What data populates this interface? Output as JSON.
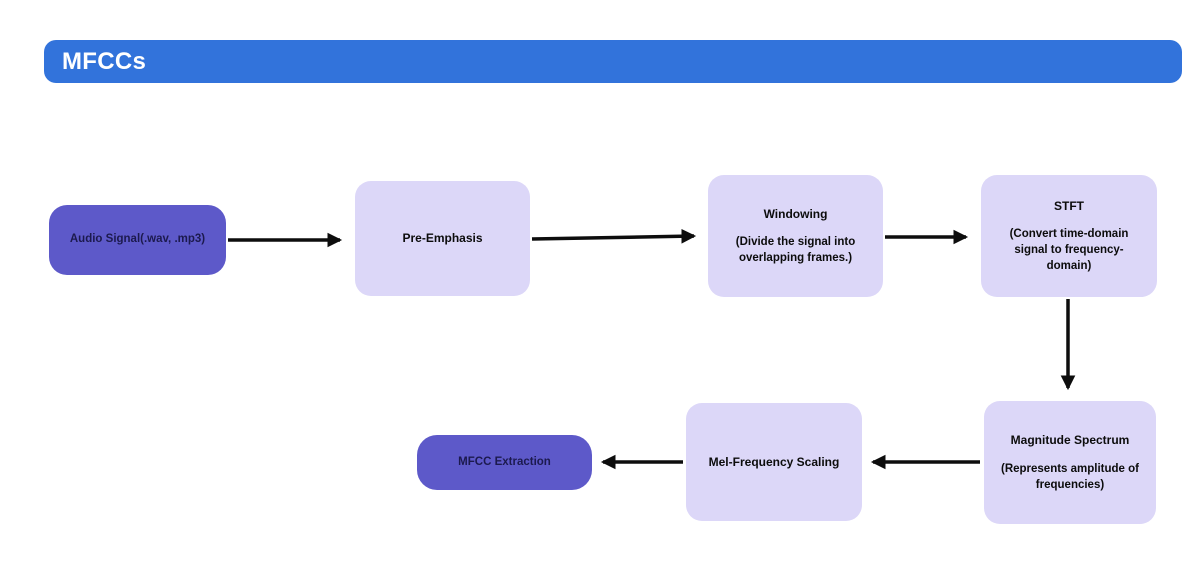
{
  "header": {
    "title": "MFCCs"
  },
  "colors": {
    "banner_blue": "#3273db",
    "node_purple": "#5d59c9",
    "node_lavender": "#dcd7f8",
    "purple_node_text": "#1c1a4e",
    "lavender_node_text": "#0c0c0c",
    "arrow": "#0d0d0d",
    "background": "#ffffff"
  },
  "nodes": {
    "audio_signal": {
      "title": "Audio Signal(.wav, .mp3)"
    },
    "pre_emphasis": {
      "title": "Pre-Emphasis"
    },
    "windowing": {
      "title": "Windowing",
      "subtitle": "(Divide the signal into overlapping frames.)"
    },
    "stft": {
      "title": "STFT",
      "subtitle": "(Convert time-domain signal to frequency-domain)"
    },
    "magnitude_spectrum": {
      "title": "Magnitude Spectrum",
      "subtitle": "(Represents amplitude of frequencies)"
    },
    "mel_frequency_scaling": {
      "title": "Mel-Frequency Scaling"
    },
    "mfcc_extraction": {
      "title": "MFCC Extraction"
    }
  },
  "edges": [
    {
      "from": "audio_signal",
      "to": "pre_emphasis"
    },
    {
      "from": "pre_emphasis",
      "to": "windowing"
    },
    {
      "from": "windowing",
      "to": "stft"
    },
    {
      "from": "stft",
      "to": "magnitude_spectrum"
    },
    {
      "from": "magnitude_spectrum",
      "to": "mel_frequency_scaling"
    },
    {
      "from": "mel_frequency_scaling",
      "to": "mfcc_extraction"
    }
  ]
}
